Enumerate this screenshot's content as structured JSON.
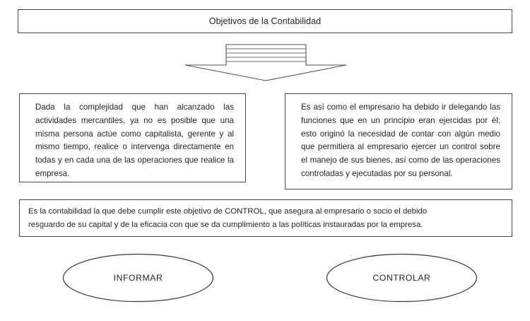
{
  "diagram": {
    "title_box": {
      "label": "Objetivos de la Contabilidad"
    },
    "arrow": {
      "name": "down-block-arrow",
      "direction": "down",
      "shaft_lines": 4,
      "stroke_color": "#4a4442"
    },
    "left_box": {
      "text": "Dada la complejidad que han alcanzado las actividades mercantiles, ya no es posible que una misma persona actúe como capitalista, gerente y al mismo tiempo, realice o intervenga directamente en todas y en cada una de las operaciones que realice la empresa."
    },
    "right_box": {
      "text": "Es así como el empresario ha debido ir delegando las funciones que en un principio eran ejercidas por él; esto originó la necesidad de contar con algún medio que permitiera al empresario ejercer un control sobre el manejo de sus bienes, así como de las operaciones controladas y ejecutadas por su personal."
    },
    "wide_box": {
      "text": "Es la contabilidad la que debe cumplir este objetivo de CONTROL, que asegura al empresario o socio el debido\nresguardo de su capital y de la eficacia con que se da cumplimiento a las políticas instauradas por la empresa."
    },
    "outcomes": [
      {
        "label": "INFORMAR"
      },
      {
        "label": "CONTROLAR"
      }
    ],
    "colors": {
      "border": "#4a4442",
      "text": "#231f20",
      "background": "#ffffff",
      "ellipse_stroke": "#3b3533"
    }
  }
}
